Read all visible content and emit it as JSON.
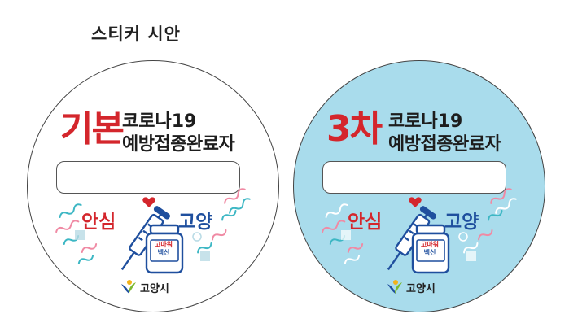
{
  "page": {
    "title": "스티커 시안"
  },
  "stickers": [
    {
      "big": "기본",
      "line1": "코로나19",
      "line2": "예방접종완료자",
      "slogan_left": "안심",
      "slogan_right": "고양",
      "jar_line1": "고마워",
      "jar_line2": "백신",
      "city": "고양시"
    },
    {
      "big": "3차",
      "line1": "코로나19",
      "line2": "예방접종완료자",
      "slogan_left": "안심",
      "slogan_right": "고양",
      "jar_line1": "고마워",
      "jar_line2": "백신",
      "city": "고양시"
    }
  ],
  "colors": {
    "red": "#d4262c",
    "blue": "#1f4f9e",
    "sky": "#a9dcec",
    "teal": "#3db7c4",
    "pink": "#f08aa4"
  }
}
